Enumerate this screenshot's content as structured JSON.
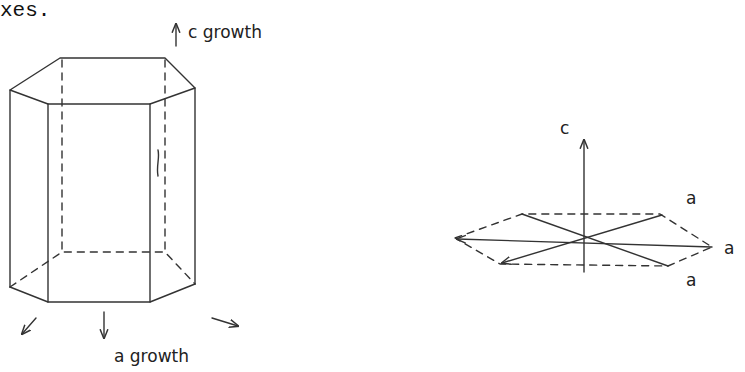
{
  "diagram": {
    "labels": [
      "xes.",
      "c growth",
      "a growth",
      "c",
      "a",
      "a",
      "a"
    ]
  }
}
